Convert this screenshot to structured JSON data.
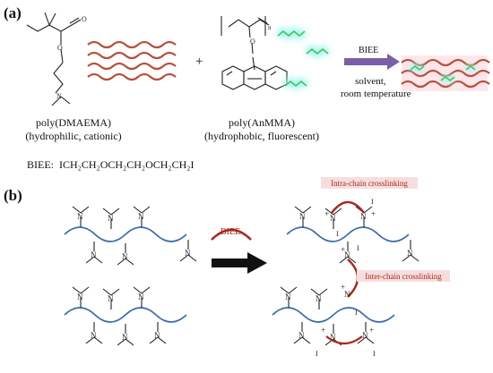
{
  "panel_a": {
    "label": "(a)",
    "plus_sign": "+",
    "poly1": {
      "name": "poly(DMAEMA)",
      "desc": "(hydrophilic, cationic)"
    },
    "poly2": {
      "name": "poly(AnMMA)",
      "desc": "(hydrophobic, fluorescent)",
      "subscript": "n"
    },
    "reaction": {
      "reagent": "BIEE",
      "condition_line1": "solvent,",
      "condition_line2": "room temperature"
    },
    "biee_formula": {
      "prefix": "BIEE:",
      "formula": "ICH₂CH₂OCH₂CH₂OCH₂CH₂I"
    },
    "atom_o": "O",
    "atom_n": "N"
  },
  "panel_b": {
    "label": "(b)",
    "reagent": "BIEE",
    "atom_n": "N",
    "plus": "+",
    "iodide": "I",
    "intra_label": "Intra-chain crosslinking",
    "inter_label": "Inter-chain crosslinking"
  },
  "colors": {
    "wave_red": "#b5503b",
    "backbone_blue": "#3a6ea5",
    "arrow_purple": "#7b5ea7",
    "glow_green": "#42c45a",
    "glow_cyan": "#9ff5f0",
    "crosslink_arc": "#a52a20",
    "label_box": "#f7dede"
  }
}
